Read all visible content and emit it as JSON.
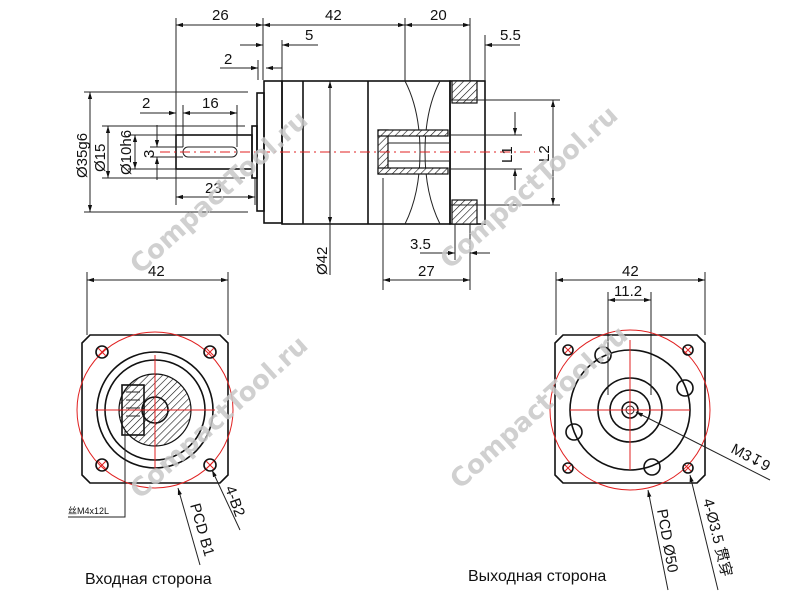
{
  "side_view": {
    "dims": {
      "d26": "26",
      "d42_len": "42",
      "d20": "20",
      "d5": "5",
      "d5_5": "5.5",
      "d2_top": "2",
      "d2_key": "2",
      "d16": "16",
      "d23": "23",
      "d35g6": "Ø35g6",
      "d15": "Ø15",
      "d10h6": "Ø10h6",
      "d3": "3",
      "d42_dia": "Ø42",
      "L1": "L1",
      "L2": "L2",
      "d3_5": "3.5",
      "d27": "27"
    }
  },
  "input_view": {
    "width": "42",
    "screw_note": "丝M4x12L",
    "hole_note": "4-B2",
    "pcd": "PCD B1",
    "caption": "Входная сторона"
  },
  "output_view": {
    "width": "42",
    "d11_2": "11.2",
    "thread_note": "M3↧9",
    "hole_note": "4-Ø3.5 贯穿",
    "pcd": "PCD Ø50",
    "caption": "Выходная сторона"
  },
  "watermark": "CompactTool.ru",
  "colors": {
    "line": "#111111",
    "center": "#e02020",
    "watermark": "#c8c8c8"
  }
}
